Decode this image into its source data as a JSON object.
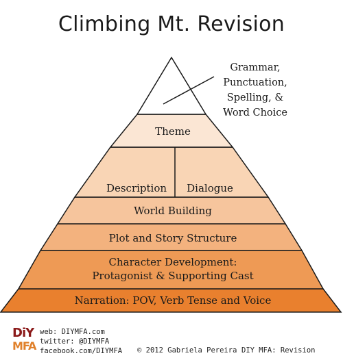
{
  "title": "Climbing Mt. Revision",
  "callout": {
    "lines": [
      "Grammar,",
      "Punctuation,",
      "Spelling, &",
      "Word Choice"
    ]
  },
  "layers": {
    "theme": "Theme",
    "description": "Description",
    "dialogue": "Dialogue",
    "world_building": "World Building",
    "plot": "Plot and Story Structure",
    "character_line1": "Character Development:",
    "character_line2": "Protagonist & Supporting Cast",
    "narration": "Narration: POV, Verb Tense and Voice"
  },
  "colors": {
    "outline": "#1a1a1a",
    "top": "#ffffff",
    "theme": "#fbe6d4",
    "description_dialogue": "#f9d5b5",
    "world_building": "#f6c59d",
    "plot": "#f3b27e",
    "character": "#ee9a55",
    "narration": "#e9802e"
  },
  "footer": {
    "logo_top": "DiY",
    "logo_bottom": "MFA",
    "web": "web: DIYMFA.com",
    "twitter": "twitter: @DIYMFA",
    "facebook": "facebook.com/DIYMFA",
    "copyright": "© 2012 Gabriela Pereira",
    "series": "DIY MFA: Revision"
  }
}
